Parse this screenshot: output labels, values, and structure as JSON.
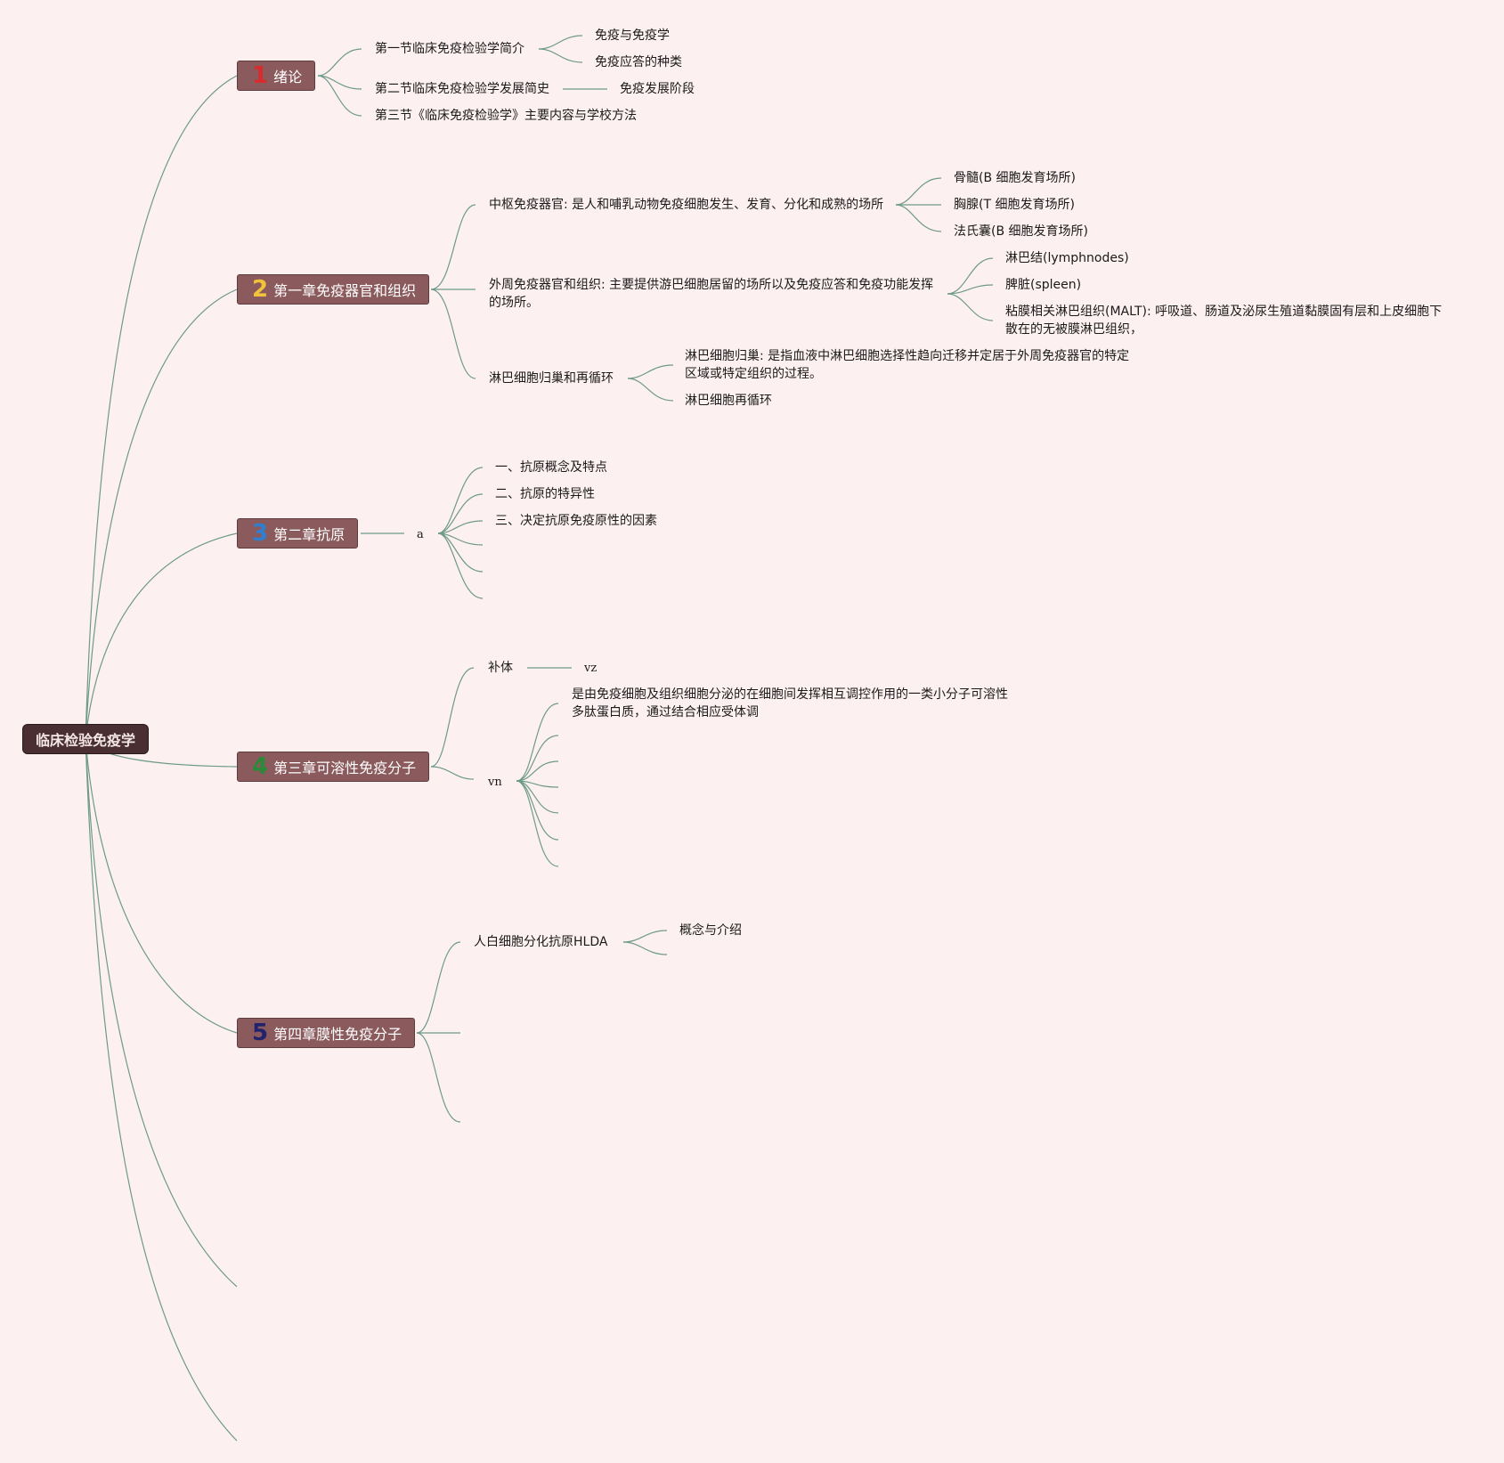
{
  "root": {
    "label": "临床检验免疫学"
  },
  "chapters": [
    {
      "num": "1",
      "num_color": "#d92b2b",
      "label": "绪论",
      "topics": [
        {
          "label": "第一节临床免疫检验学简介",
          "children": [
            "免疫与免疫学",
            "免疫应答的种类"
          ]
        },
        {
          "label": "第二节临床免疫检验学发展简史",
          "children": [
            "免疫发展阶段"
          ]
        },
        {
          "label": "第三节《临床免疫检验学》主要内容与学校方法"
        }
      ]
    },
    {
      "num": "2",
      "num_color": "#f2c23a",
      "label": "第一章免疫器官和组织",
      "topics": [
        {
          "label": "中枢免疫器官: 是人和哺乳动物免疫细胞发生、发育、分化和成熟的场所",
          "children": [
            "骨髓(B 细胞发育场所)",
            "胸腺(T 细胞发育场所)",
            "法氏囊(B 细胞发育场所)"
          ]
        },
        {
          "label": "外周免疫器官和组织: 主要提供游巴细胞居留的场所以及免疫应答和免疫功能发挥的场所。",
          "children": [
            "淋巴结(lymphnodes)",
            "脾脏(spleen)",
            "粘膜相关淋巴组织(MALT): 呼吸道、肠道及泌尿生殖道黏膜固有层和上皮细胞下散在的无被膜淋巴组织，"
          ]
        },
        {
          "label": "淋巴细胞归巢和再循环",
          "children": [
            "淋巴细胞归巢: 是指血液中淋巴细胞选择性趋向迁移并定居于外周免疫器官的特定区域或特定组织的过程。",
            "淋巴细胞再循环"
          ]
        }
      ]
    },
    {
      "num": "3",
      "num_color": "#2f7fd0",
      "label": "第二章抗原",
      "topics": [
        {
          "label": "a",
          "children": [
            "一、抗原概念及特点",
            "二、抗原的特异性",
            "三、决定抗原免疫原性的因素"
          ]
        }
      ]
    },
    {
      "num": "4",
      "num_color": "#2a8a3a",
      "label": "第三章可溶性免疫分子",
      "topics": [
        {
          "label": "补体",
          "children": [
            "vz"
          ]
        },
        {
          "label": "vn",
          "children": [
            "是由免疫细胞及组织细胞分泌的在细胞间发挥相互调控作用的一类小分子可溶性多肽蛋白质，通过结合相应受体调"
          ]
        }
      ]
    },
    {
      "num": "5",
      "num_color": "#22226e",
      "label": "第四章膜性免疫分子",
      "topics": [
        {
          "label": "人白细胞分化抗原HLDA",
          "children": [
            "概念与介绍"
          ]
        }
      ]
    }
  ],
  "colors": {
    "background": "#fdf0f0",
    "connector": "#6e9a8a",
    "root_fill": "#4a2f32",
    "chapter_fill": "#8a5a5c"
  }
}
